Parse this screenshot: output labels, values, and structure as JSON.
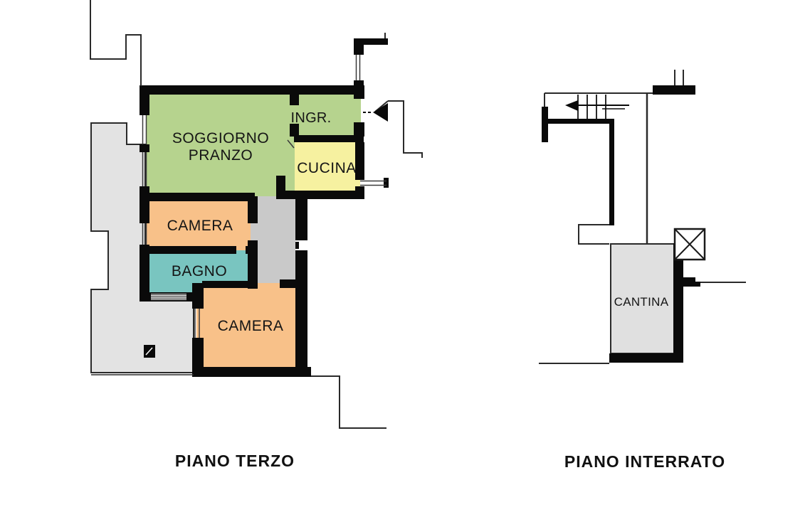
{
  "document": {
    "type": "floor-plan-drawing",
    "background": "#ffffff"
  },
  "palette": {
    "wall": "#0a0a0a",
    "outline": "#2a2a2a",
    "label_text": "#151515"
  },
  "plans": {
    "piano_terzo": {
      "caption": "PIANO TERZO",
      "rooms": {
        "soggiorno_pranzo": {
          "label_line1": "SOGGIORNO",
          "label_line2": "PRANZO",
          "color": "#b6d38e"
        },
        "ingresso": {
          "label": "INGR.",
          "color": "#b6d38e"
        },
        "cucina": {
          "label": "CUCINA",
          "color": "#f6f1a0"
        },
        "camera_1": {
          "label": "CAMERA",
          "color": "#f8c189"
        },
        "bagno": {
          "label": "BAGNO",
          "color": "#79c5c0"
        },
        "camera_2": {
          "label": "CAMERA",
          "color": "#f8c189"
        },
        "terrazzo": {
          "label": "",
          "color": "#e3e3e3"
        },
        "disimpegno": {
          "label": "",
          "color": "#c9c9c9"
        }
      }
    },
    "piano_interrato": {
      "caption": "PIANO INTERRATO",
      "rooms": {
        "cantina": {
          "label": "CANTINA",
          "color": "#e0e0e0"
        }
      }
    }
  },
  "icons": {
    "entrance_arrow": "left-pointing solid triangle with dashed leader",
    "stair_direction_arrow": "left-pointing arrow across stair treads",
    "elevator_shaft": "square with X cross"
  }
}
